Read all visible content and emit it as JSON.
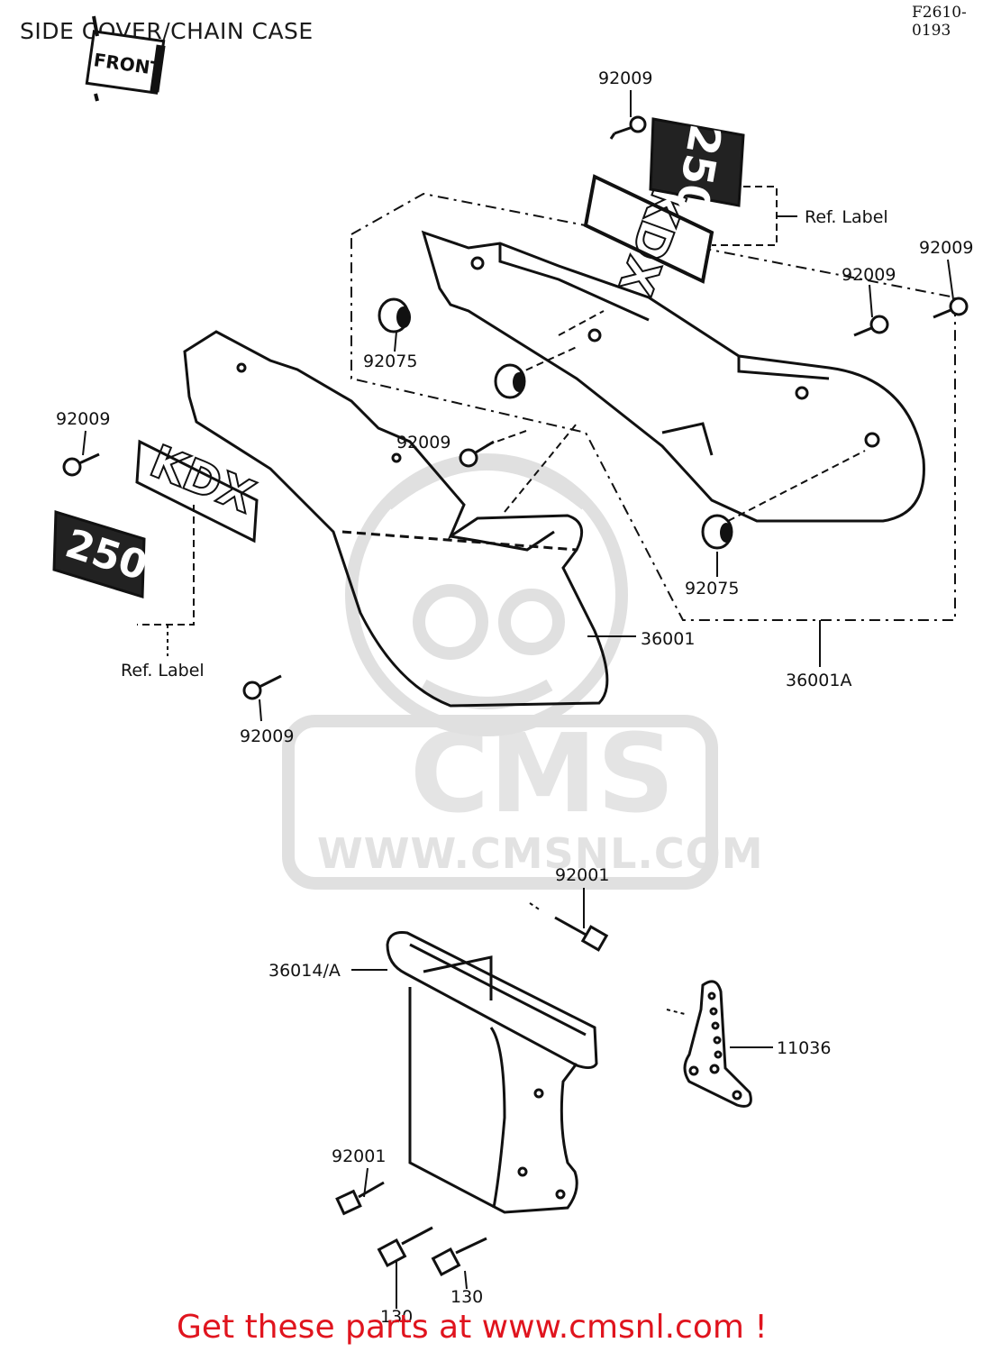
{
  "title": "SIDE COVER/CHAIN CASE",
  "diagram_code": "F2610-0193",
  "front_marker": "FRONT",
  "watermark": {
    "brand": "CMS",
    "url": "WWW.CMSNL.COM"
  },
  "emblems": {
    "model": "KDX",
    "displacement": "250"
  },
  "callouts": {
    "c1": "92009",
    "c2": "Ref. Label",
    "c3": "92009",
    "c4": "92009",
    "c5": "92075",
    "c6": "92009",
    "c7": "92009",
    "c8": "92075",
    "c9": "36001",
    "c10": "Ref. Label",
    "c11": "36001A",
    "c12": "92009",
    "c13": "92001",
    "c14": "36014/A",
    "c15": "11036",
    "c16": "92001",
    "c17": "130",
    "c18": "130"
  },
  "footer": "Get these parts at www.cmsnl.com !"
}
